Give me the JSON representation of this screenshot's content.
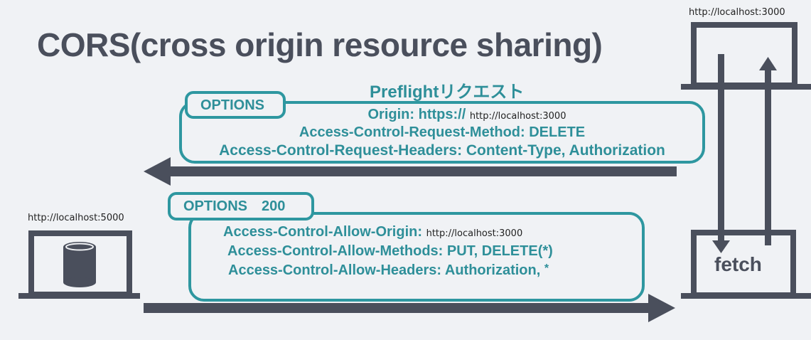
{
  "title": "CORS(cross origin resource sharing)",
  "client": {
    "url": "http://localhost:3000",
    "label": "fetch"
  },
  "server": {
    "url": "http://localhost:5000"
  },
  "preflight": {
    "heading": "Preflightリクエスト",
    "tag": "OPTIONS",
    "origin_label": "Origin: https://",
    "origin_value": "http://localhost:3000",
    "method_line": "Access-Control-Request-Method: DELETE",
    "headers_line": "Access-Control-Request-Headers: Content-Type, Authorization"
  },
  "response": {
    "tag": "OPTIONS　200",
    "origin_label": "Access-Control-Allow-Origin:",
    "origin_value": "http://localhost:3000",
    "methods_line": "Access-Control-Allow-Methods: PUT, DELETE(*)",
    "headers_line": "Access-Control-Allow-Headers: Authorization,",
    "headers_star": "*"
  },
  "colors": {
    "accent": "#2e97a0",
    "dark": "#4a4f5c",
    "background": "#f0f2f5"
  }
}
